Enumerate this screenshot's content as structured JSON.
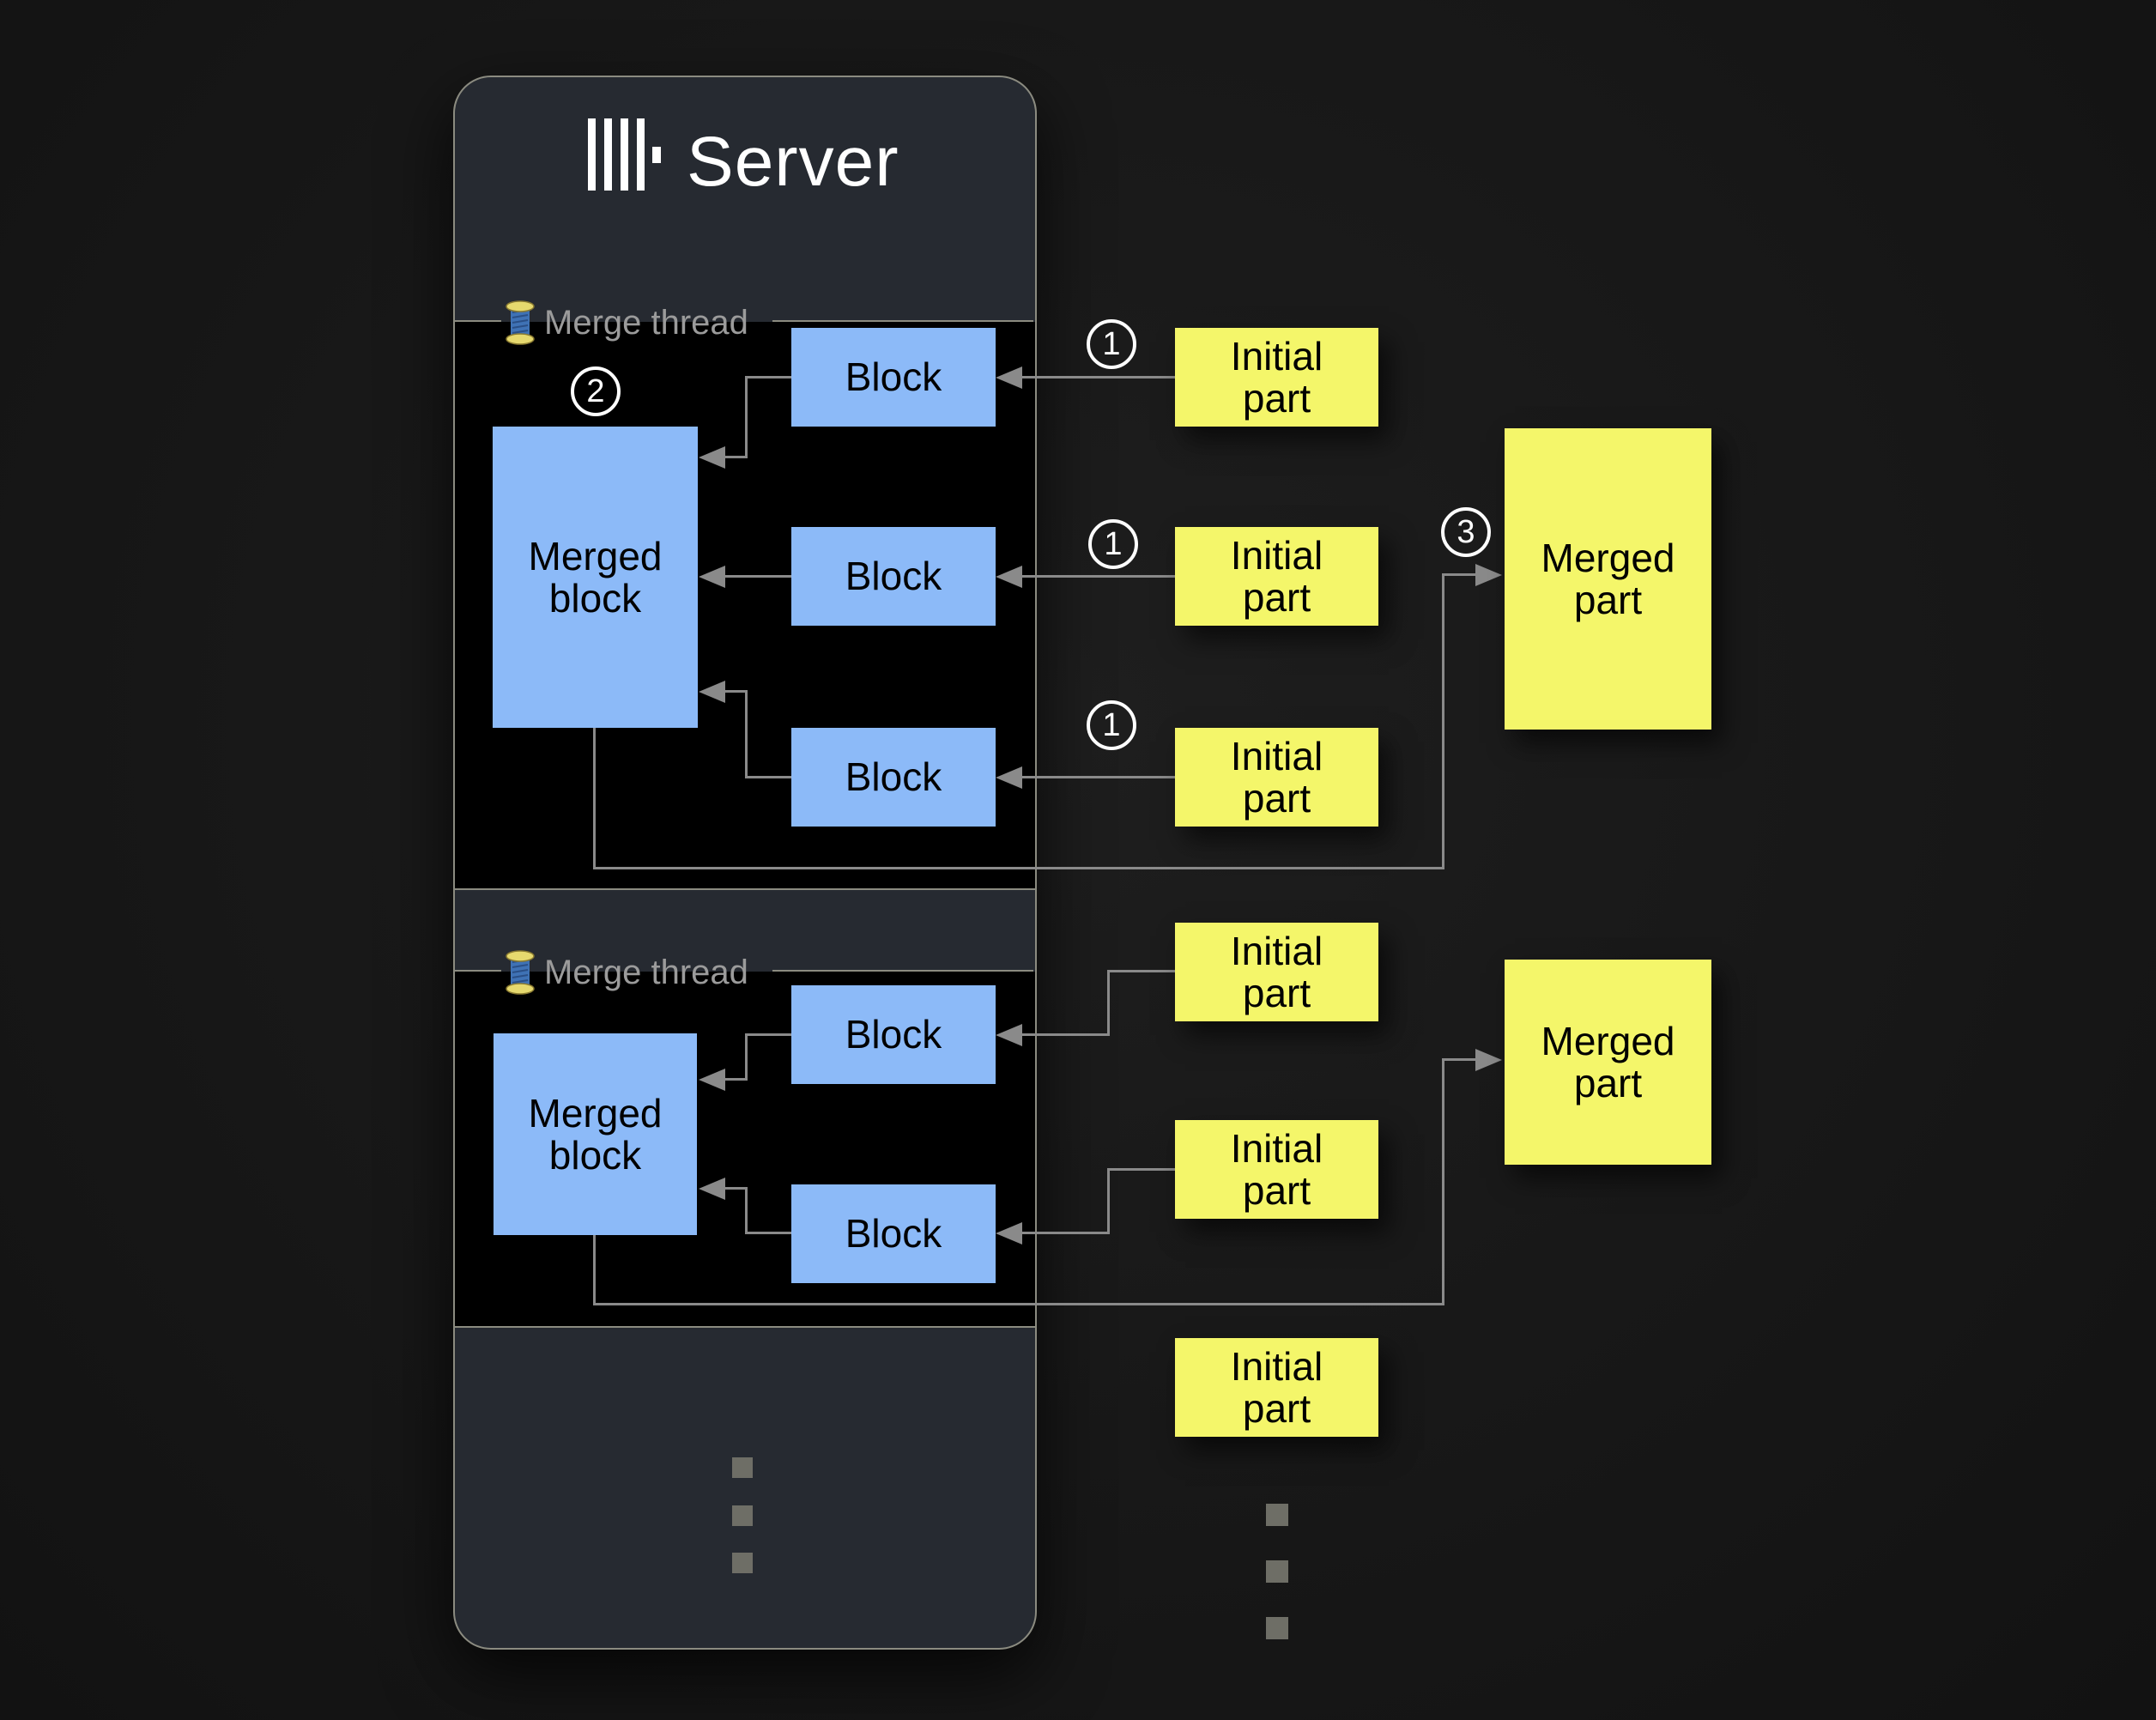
{
  "colors": {
    "background": "#171717",
    "panel_fill": "#262a31",
    "panel_border": "#8b8b80",
    "thread_box_fill": "#000000",
    "block_fill": "#8cbaf8",
    "part_fill": "#f4f66a",
    "connector": "#8a8a8a",
    "legend_text": "#9b9b9b",
    "title_text": "#ffffff",
    "ellipsis_dots": "#6e6e66"
  },
  "server": {
    "title": "Server",
    "logo_icon": "clickhouse-logo",
    "threads": [
      {
        "legend": "Merge thread",
        "legend_icon": "thread-spool",
        "step_badge": "2",
        "merged_block": "Merged\nblock",
        "blocks": [
          "Block",
          "Block",
          "Block"
        ]
      },
      {
        "legend": "Merge thread",
        "legend_icon": "thread-spool",
        "merged_block": "Merged\nblock",
        "blocks": [
          "Block",
          "Block"
        ]
      }
    ]
  },
  "right_side": {
    "group1": {
      "badges": [
        "1",
        "1",
        "1"
      ],
      "merged_badge": "3",
      "initial_parts": [
        "Initial\npart",
        "Initial\npart",
        "Initial\npart"
      ],
      "merged_part": "Merged\npart"
    },
    "group2": {
      "initial_parts": [
        "Initial\npart",
        "Initial\npart",
        "Initial\npart"
      ],
      "merged_part": "Merged\npart"
    }
  }
}
